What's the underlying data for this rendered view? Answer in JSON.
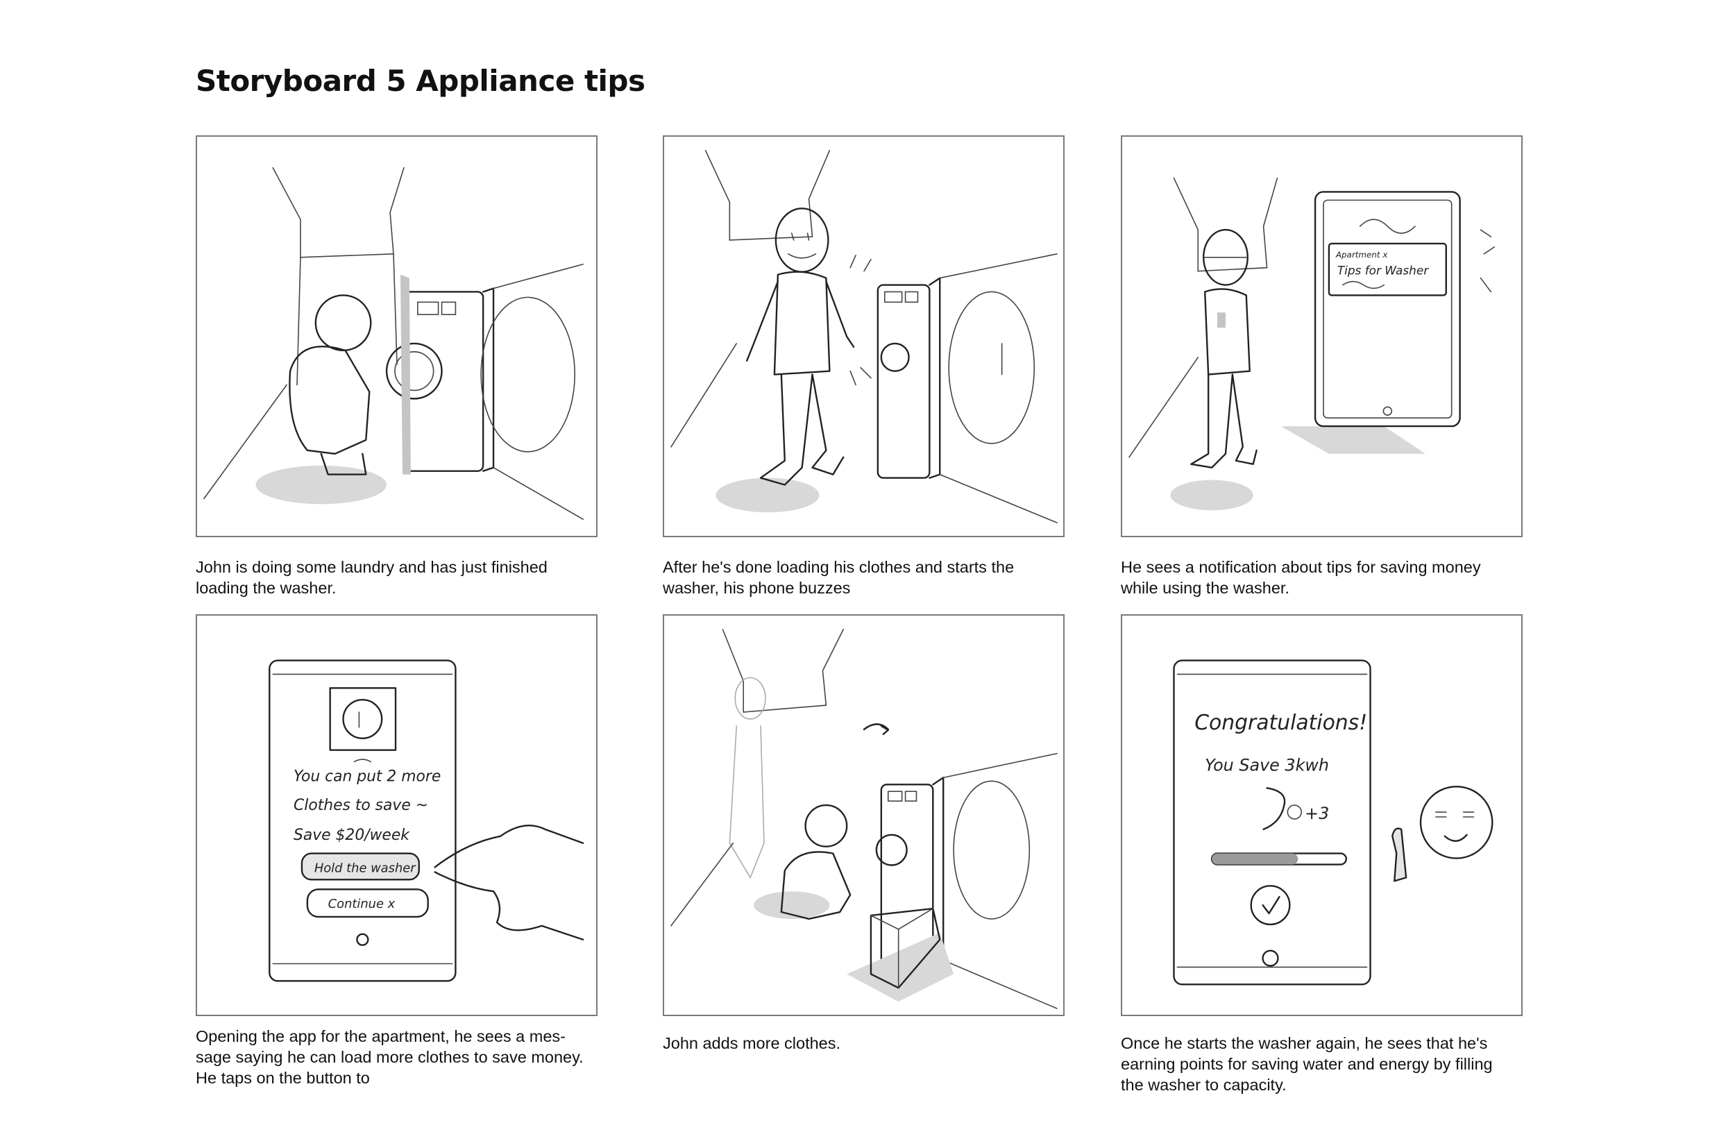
{
  "title": "Storyboard 5 Appliance  tips",
  "panels": [
    {
      "caption": "John is doing some laundry and has just finished\nloading the washer."
    },
    {
      "caption": "After he's done loading his clothes and starts the\nwasher, his phone buzzes"
    },
    {
      "caption": "He sees a notification about tips for saving money\nwhile using the washer."
    },
    {
      "caption": "Opening the app for the apartment, he sees a mes-\nsage saying he can load more clothes to save money.\nHe taps on the button to"
    },
    {
      "caption": "John adds more clothes."
    },
    {
      "caption": "Once he starts the washer again, he sees that he's\nearning points for saving water and energy by filling\nthe washer to capacity."
    }
  ],
  "sketch_text": {
    "p3_notif_line1": "Apartment x",
    "p3_notif_line2": "Tips for Washer",
    "p4_line1": "You can put 2 more",
    "p4_line2": "Clothes to save ~",
    "p4_line3": "Save $20/week",
    "p4_button1": "Hold the washer",
    "p4_button2": "Continue x",
    "p6_line1": "Congratulations!",
    "p6_line2": "You Save 3kwh",
    "p6_points": "+3"
  }
}
